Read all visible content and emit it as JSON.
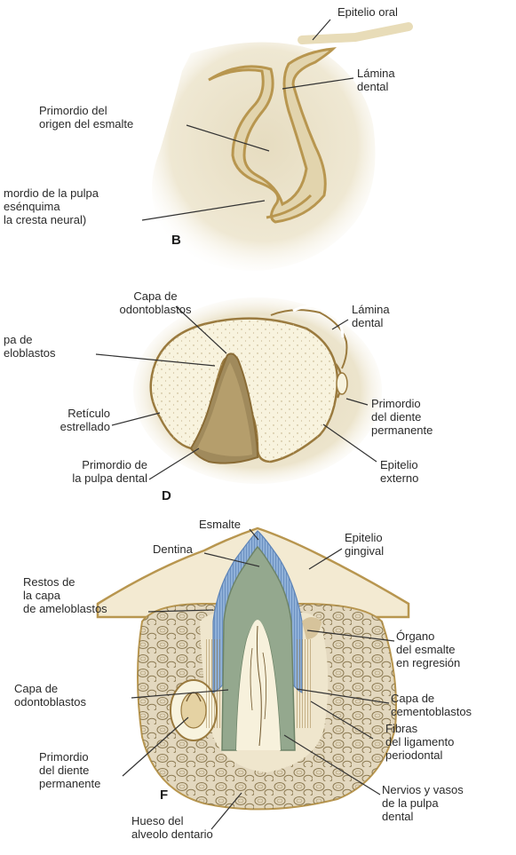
{
  "colors": {
    "tissue": "#eee6cf",
    "epithelium": "#c9a96a",
    "epithelium_dark": "#9a7a3e",
    "reticulum": "#f8f3de",
    "pulp": "#d6c39b",
    "enamel": "#8fb0d8",
    "dentin": "#94a88e",
    "bone": "#e3d8bf",
    "leader": "#333333"
  },
  "panels": {
    "B": {
      "letter": "B",
      "labels": {
        "epitelio_oral": "Epitelio oral",
        "lamina_dental": "Lámina\ndental",
        "primordio_esmalte": "Primordio del\norigen del esmalte",
        "primordio_pulpa": "mordio de la pulpa\nesénquima\nla cresta neural)"
      }
    },
    "D": {
      "letter": "D",
      "labels": {
        "capa_odontoblastos": "Capa de\nodontoblastos",
        "capa_ameloblastos": "pa de\neloblastos",
        "reticulo": "Retículo\nestrellado",
        "primordio_pulpa": "Primordio de\nla pulpa dental",
        "lamina_dental": "Lámina\ndental",
        "primordio_diente": "Primordio\ndel diente\npermanente",
        "epitelio_externo": "Epitelio\nexterno"
      }
    },
    "F": {
      "letter": "F",
      "labels": {
        "esmalte": "Esmalte",
        "dentina": "Dentina",
        "restos": "Restos de\nla capa\nde ameloblastos",
        "epitelio_gingival": "Epitelio\ngingival",
        "organo": "Órgano\ndel esmalte\nen regresión",
        "capa_odontoblastos": "Capa de\nodontoblastos",
        "capa_cementoblastos": "Capa de\ncementoblastos",
        "fibras": "Fibras\ndel ligamento\nperiodontal",
        "primordio_diente": "Primordio\ndel diente\npermanente",
        "nervios": "Nervios y vasos\nde la pulpa\ndental",
        "hueso": "Hueso del\nalveolo dentario"
      }
    }
  }
}
